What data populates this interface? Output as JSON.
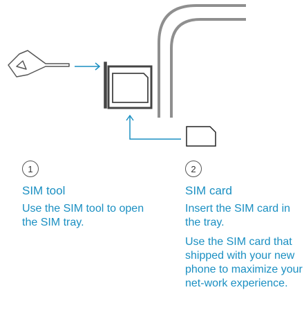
{
  "steps": [
    {
      "number": "1",
      "title": "SIM tool",
      "paragraphs": [
        "Use the SIM tool to open the SIM tray."
      ]
    },
    {
      "number": "2",
      "title": "SIM card",
      "paragraphs": [
        "Insert the SIM card in the tray.",
        "Use the SIM card that shipped with your new phone to maximize your net-work experience."
      ]
    }
  ],
  "colors": {
    "accent": "#1a8fc2",
    "outline": "#555555",
    "phone_frame": "#8f8f8f"
  },
  "icons": {
    "sim_tool": "sim-tool-icon",
    "sim_tray": "sim-tray-icon",
    "sim_card": "sim-card-icon",
    "phone_frame": "phone-corner-icon"
  }
}
